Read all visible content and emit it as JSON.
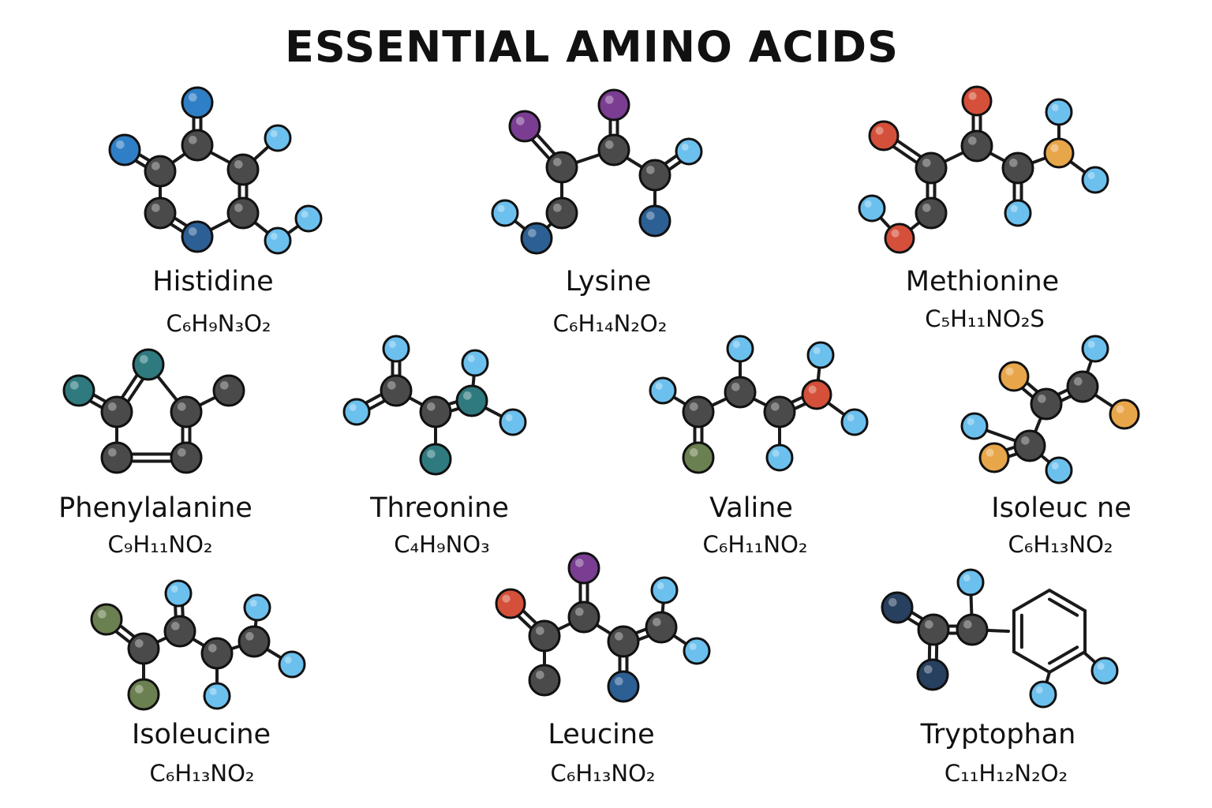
{
  "title": "ESSENTIAL AMINO ACIDS",
  "colors": {
    "carbon": "#4a4a4a",
    "light_blue": "#6cc0ee",
    "blue": "#2f7fc6",
    "dark_blue": "#2c5f94",
    "navy": "#27405f",
    "purple": "#7a3d92",
    "red": "#d4503a",
    "orange": "#e8a64a",
    "teal": "#2f7a7e",
    "olive": "#6b8050",
    "bond": "#1a1a1a",
    "text": "#111111"
  },
  "molecules": [
    {
      "name": "Histidine",
      "formula": "C₆H₉N₃O₂"
    },
    {
      "name": "Lysine",
      "formula": "C₆H₁₄N₂O₂"
    },
    {
      "name": "Methionine",
      "formula": "C₅H₁₁NO₂S"
    },
    {
      "name": "Phenylalanine",
      "formula": "C₉H₁₁NO₂"
    },
    {
      "name": "Threonine",
      "formula": "C₄H₉NO₃"
    },
    {
      "name": "Valine",
      "formula": "C₆H₁₁NO₂"
    },
    {
      "name": "Isoleuc ne",
      "formula": "C₆H₁₃NO₂"
    },
    {
      "name": "Isoleucine",
      "formula": "C₆H₁₃NO₂"
    },
    {
      "name": "Leucine",
      "formula": "C₆H₁₃NO₂"
    },
    {
      "name": "Tryptophan",
      "formula": "C₁₁H₁₂N₂O₂"
    }
  ]
}
